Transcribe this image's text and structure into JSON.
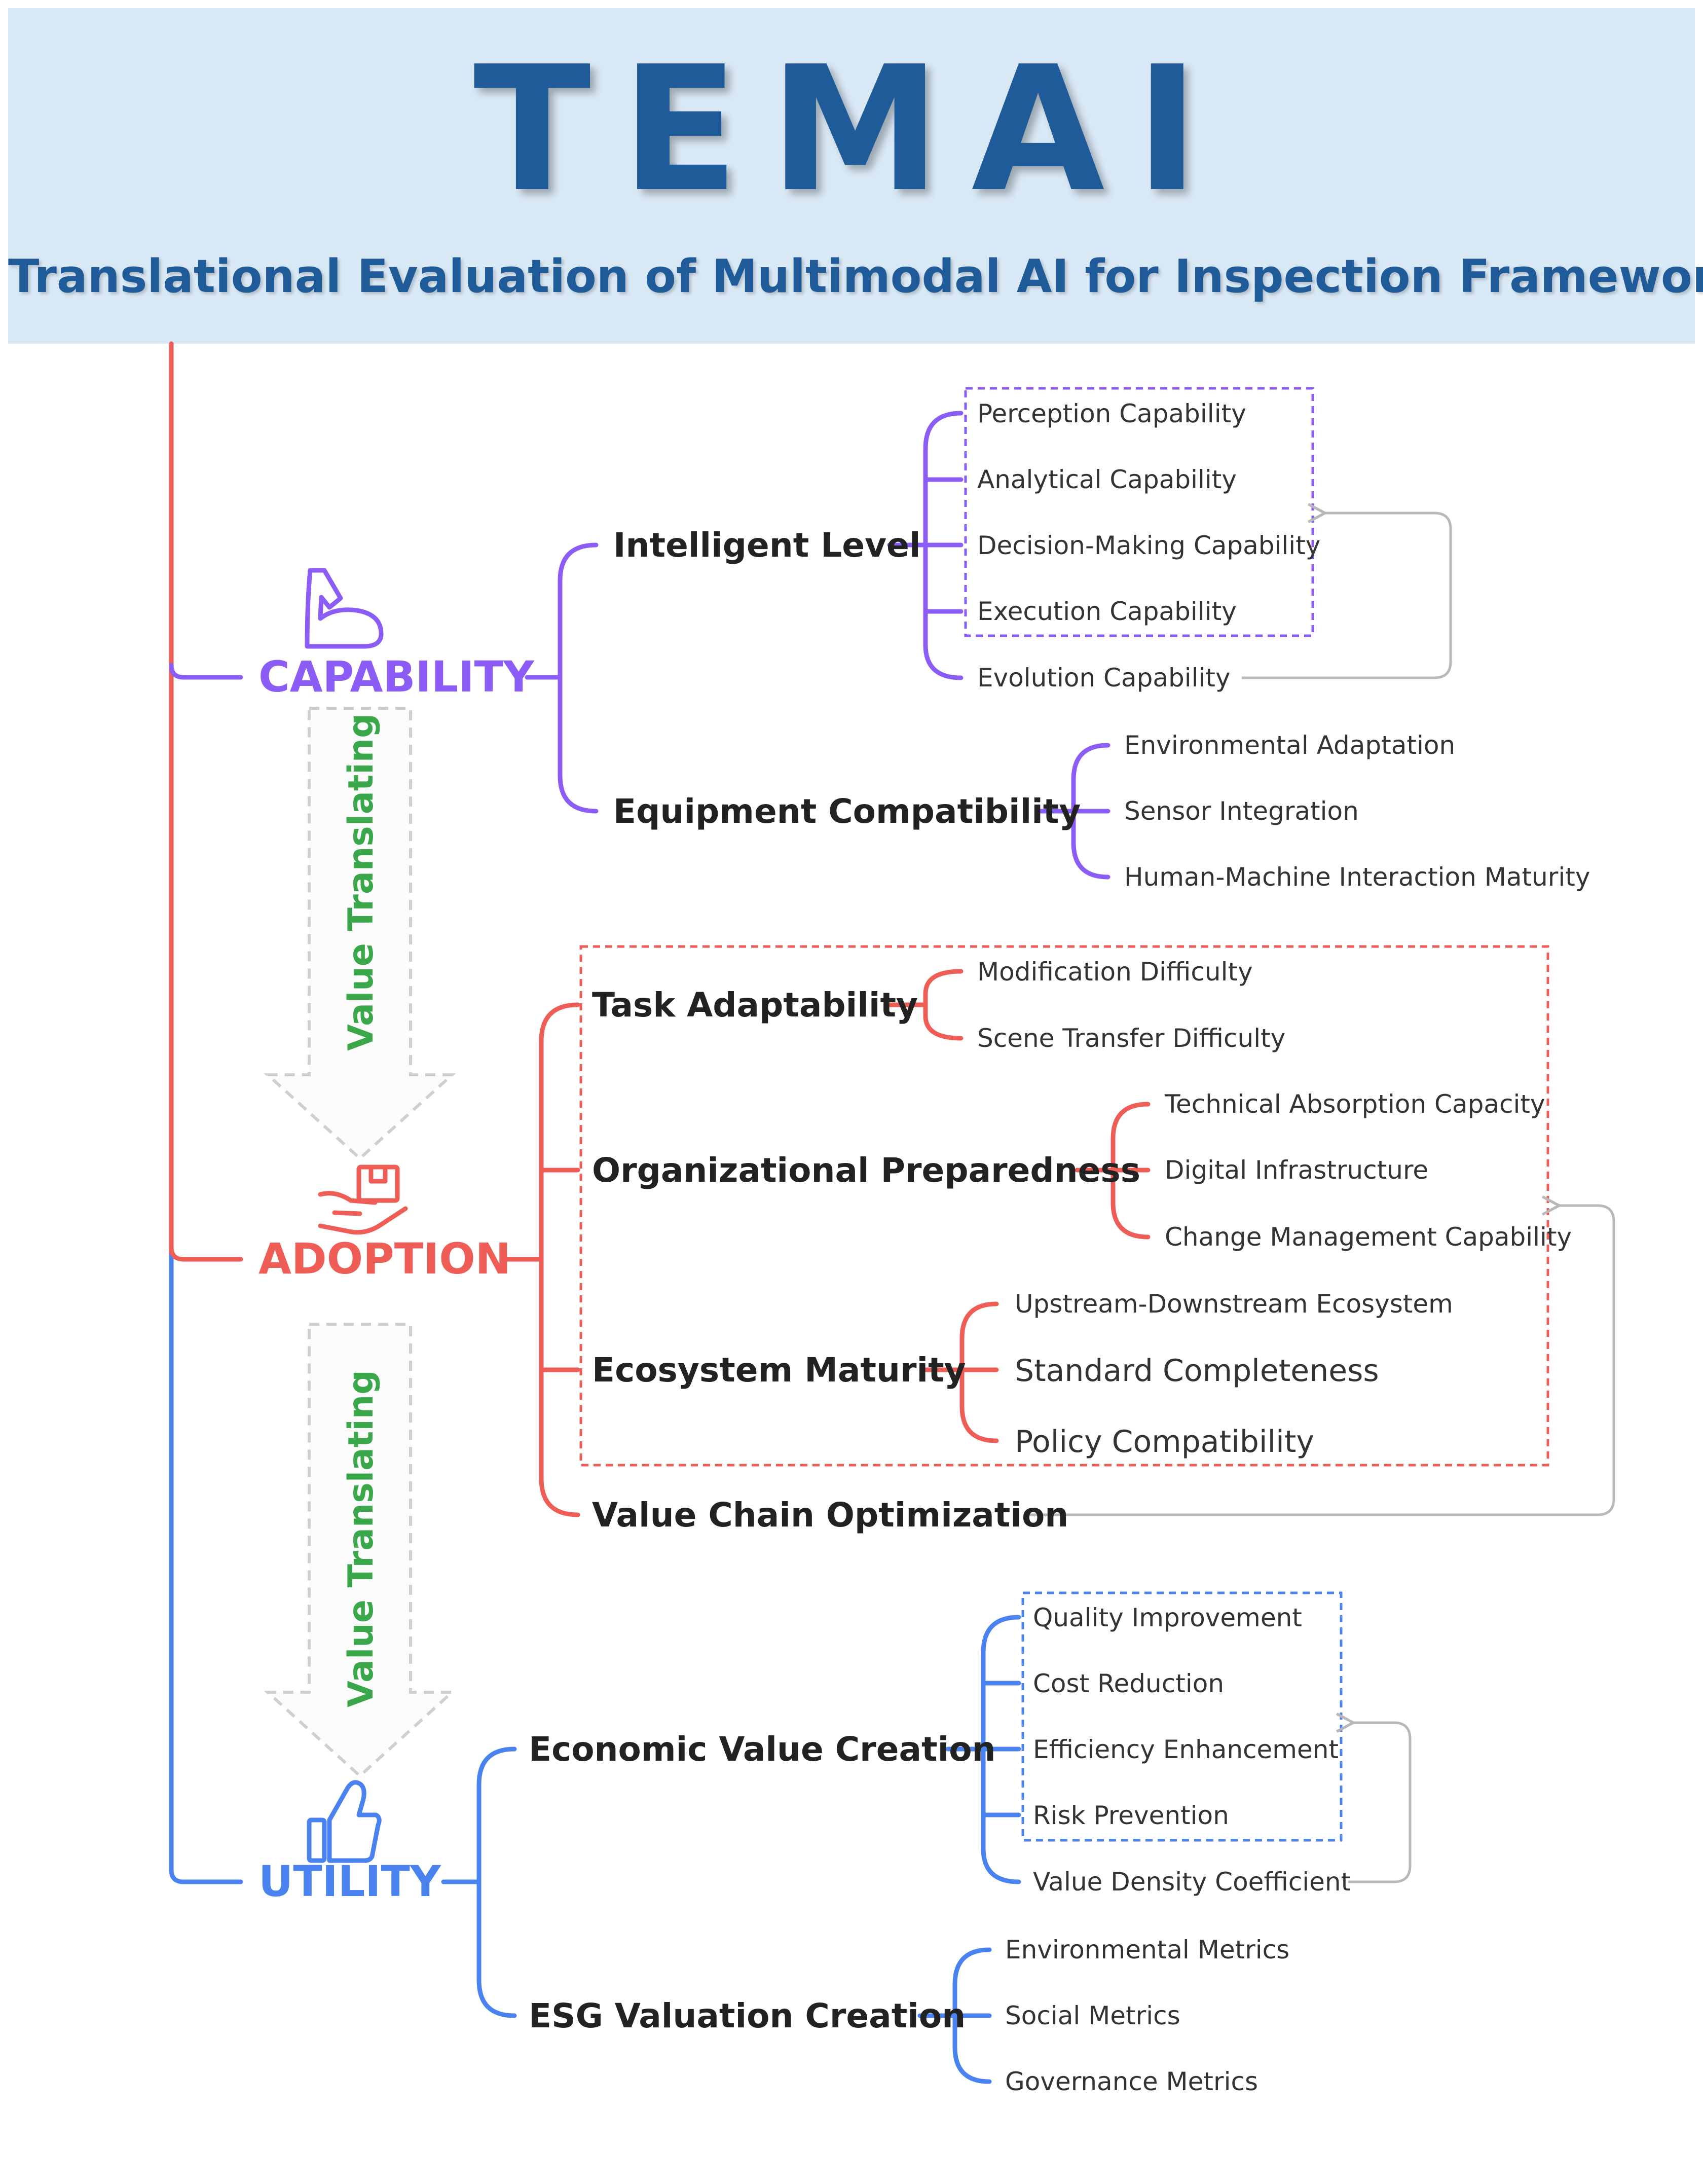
{
  "header": {
    "title": "TEMAI",
    "subtitle": "Translational Evaluation of Multimodal AI for Inspection Framework"
  },
  "colors": {
    "header_bg": "#d9e8f5",
    "title": "#1f5a99",
    "capability": "#8b5cf6",
    "adoption": "#ef5d57",
    "utility": "#4a82f0",
    "translating_text": "#3aa84a",
    "feedback_arrow": "#b8b8b8"
  },
  "arrows": {
    "label_1": "Value Translating",
    "label_2": "Value Translating"
  },
  "pillars": {
    "capability": {
      "label": "CAPABILITY",
      "icon": "flexed-arm-icon",
      "intelligent_level": {
        "label": "Intelligent Level",
        "items": [
          "Perception Capability",
          "Analytical Capability",
          "Decision-Making Capability",
          "Execution Capability",
          "Evolution Capability"
        ]
      },
      "equipment_compatibility": {
        "label": "Equipment Compatibility",
        "items": [
          "Environmental Adaptation",
          "Sensor Integration",
          "Human-Machine Interaction Maturity"
        ]
      }
    },
    "adoption": {
      "label": "ADOPTION",
      "icon": "hand-with-box-icon",
      "task_adaptability": {
        "label": "Task Adaptability",
        "items": [
          "Modification Difficulty",
          "Scene Transfer Difficulty"
        ]
      },
      "organizational_preparedness": {
        "label": "Organizational Preparedness",
        "items": [
          "Technical Absorption Capacity",
          "Digital Infrastructure",
          "Change Management Capability"
        ]
      },
      "ecosystem_maturity": {
        "label": "Ecosystem Maturity",
        "items": [
          "Upstream-Downstream Ecosystem",
          "Standard Completeness",
          "Policy Compatibility"
        ]
      },
      "value_chain": {
        "label": "Value Chain Optimization"
      }
    },
    "utility": {
      "label": "UTILITY",
      "icon": "thumbs-up-icon",
      "economic_value": {
        "label": "Economic Value Creation",
        "items": [
          "Quality Improvement",
          "Cost Reduction",
          "Efficiency Enhancement",
          "Risk Prevention",
          "Value Density Coefficient"
        ]
      },
      "esg_valuation": {
        "label": "ESG Valuation Creation",
        "items": [
          "Environmental Metrics",
          "Social Metrics",
          "Governance Metrics"
        ]
      }
    }
  }
}
